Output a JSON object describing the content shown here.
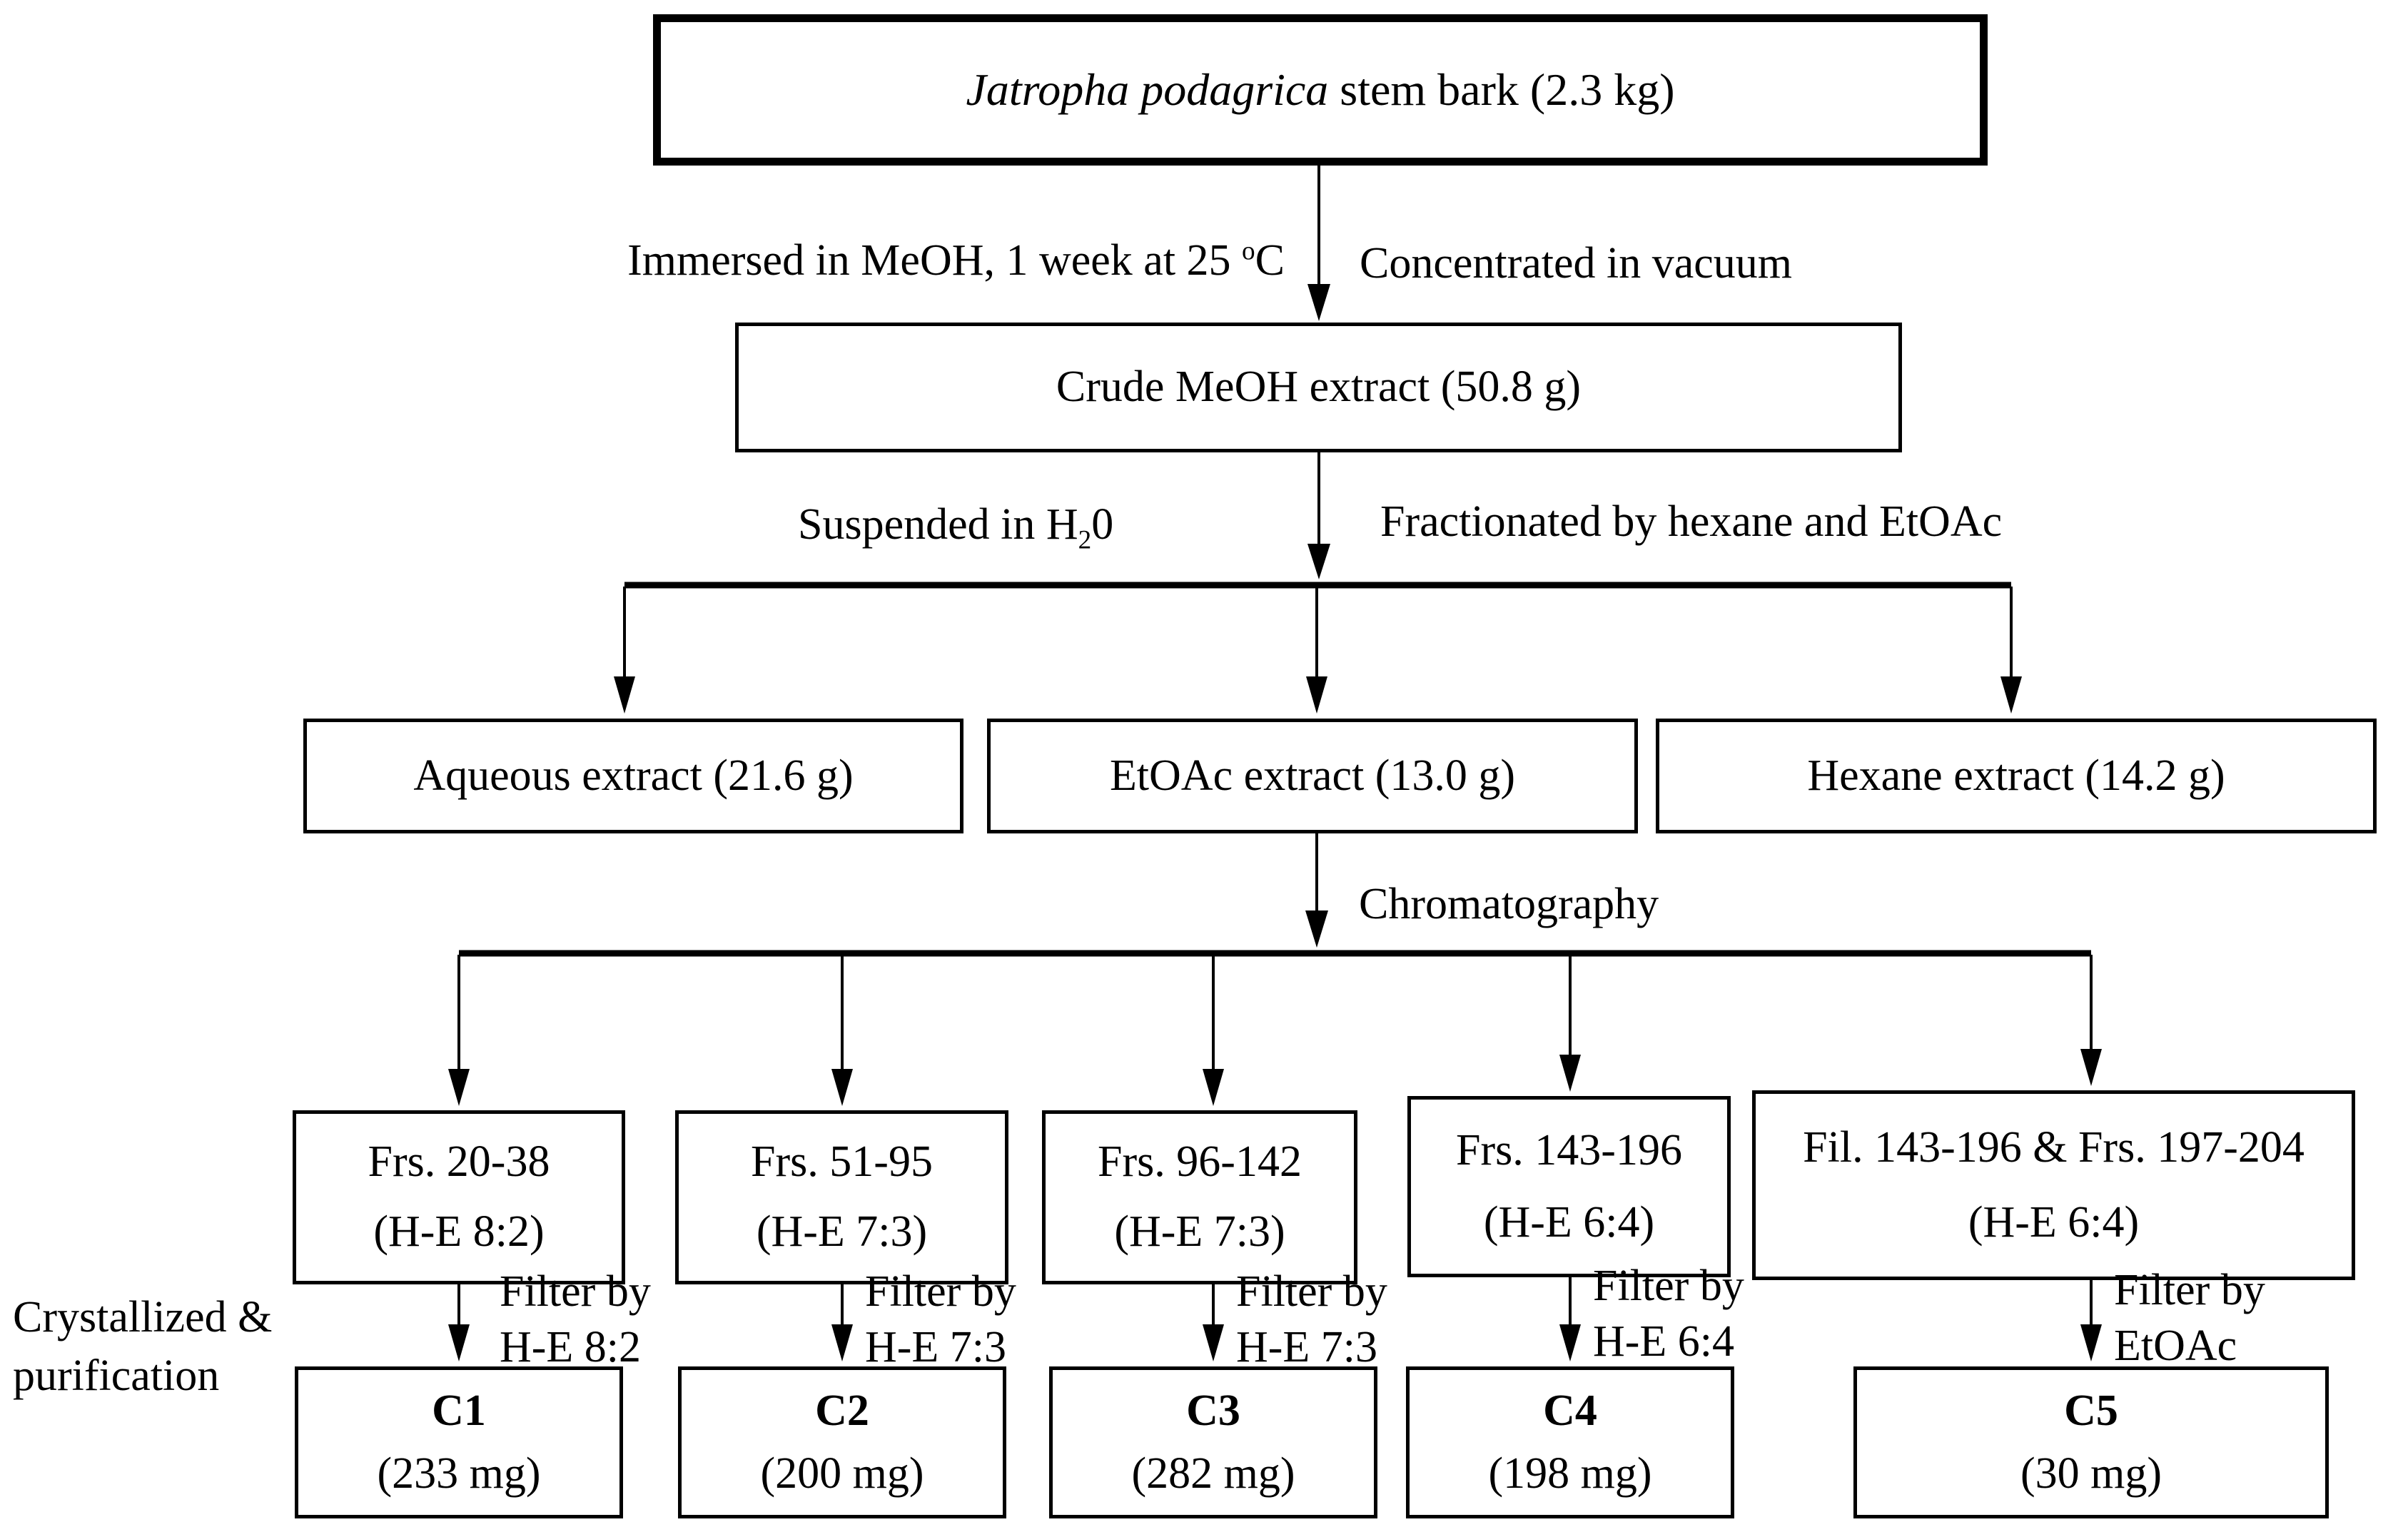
{
  "f": {
    "source_box": {
      "species": "Jatropha podagrica",
      "rest": " stem bark (2.3 kg)"
    },
    "step1": {
      "left_pre": "Immersed in MeOH, 1 week at 25 ",
      "left_sup": "o",
      "left_post": "C",
      "right": "Concentrated in vacuum"
    },
    "crude_box": "Crude MeOH extract (50.8 g)",
    "step2": {
      "left_pre": "Suspended in H",
      "left_sub": "2",
      "left_post": "0",
      "right": "Fractionated by hexane and EtOAc"
    },
    "extracts": [
      "Aqueous extract (21.6 g)",
      "EtOAc extract (13.0 g)",
      "Hexane extract (14.2 g)"
    ],
    "step3": {
      "label": "Chromatography"
    },
    "fractions": [
      {
        "line1": "Frs. 20-38",
        "line2": "(H-E 8:2)"
      },
      {
        "line1": "Frs. 51-95",
        "line2": "(H-E 7:3)"
      },
      {
        "line1": "Frs. 96-142",
        "line2": "(H-E 7:3)"
      },
      {
        "line1": "Frs. 143-196",
        "line2": "(H-E 6:4)"
      },
      {
        "line1": "Fil. 143-196 & Frs. 197-204",
        "line2": "(H-E 6:4)"
      }
    ],
    "side_label": {
      "line1": "Crystallized &",
      "line2": "purification"
    },
    "filters": [
      {
        "line1": "Filter by",
        "line2": "H-E 8:2"
      },
      {
        "line1": "Filter by",
        "line2": "H-E 7:3"
      },
      {
        "line1": "Filter by",
        "line2": "H-E 7:3"
      },
      {
        "line1": "Filter by",
        "line2": "H-E 6:4"
      },
      {
        "line1": "Filter by",
        "line2": "EtOAc"
      }
    ],
    "compounds": [
      {
        "name": "C1",
        "amount": "(233 mg)"
      },
      {
        "name": "C2",
        "amount": "(200 mg)"
      },
      {
        "name": "C3",
        "amount": "(282 mg)"
      },
      {
        "name": "C4",
        "amount": "(198 mg)"
      },
      {
        "name": "C5",
        "amount": "(30 mg)"
      }
    ],
    "colors": {
      "line": "#000000",
      "background": "#ffffff"
    }
  }
}
